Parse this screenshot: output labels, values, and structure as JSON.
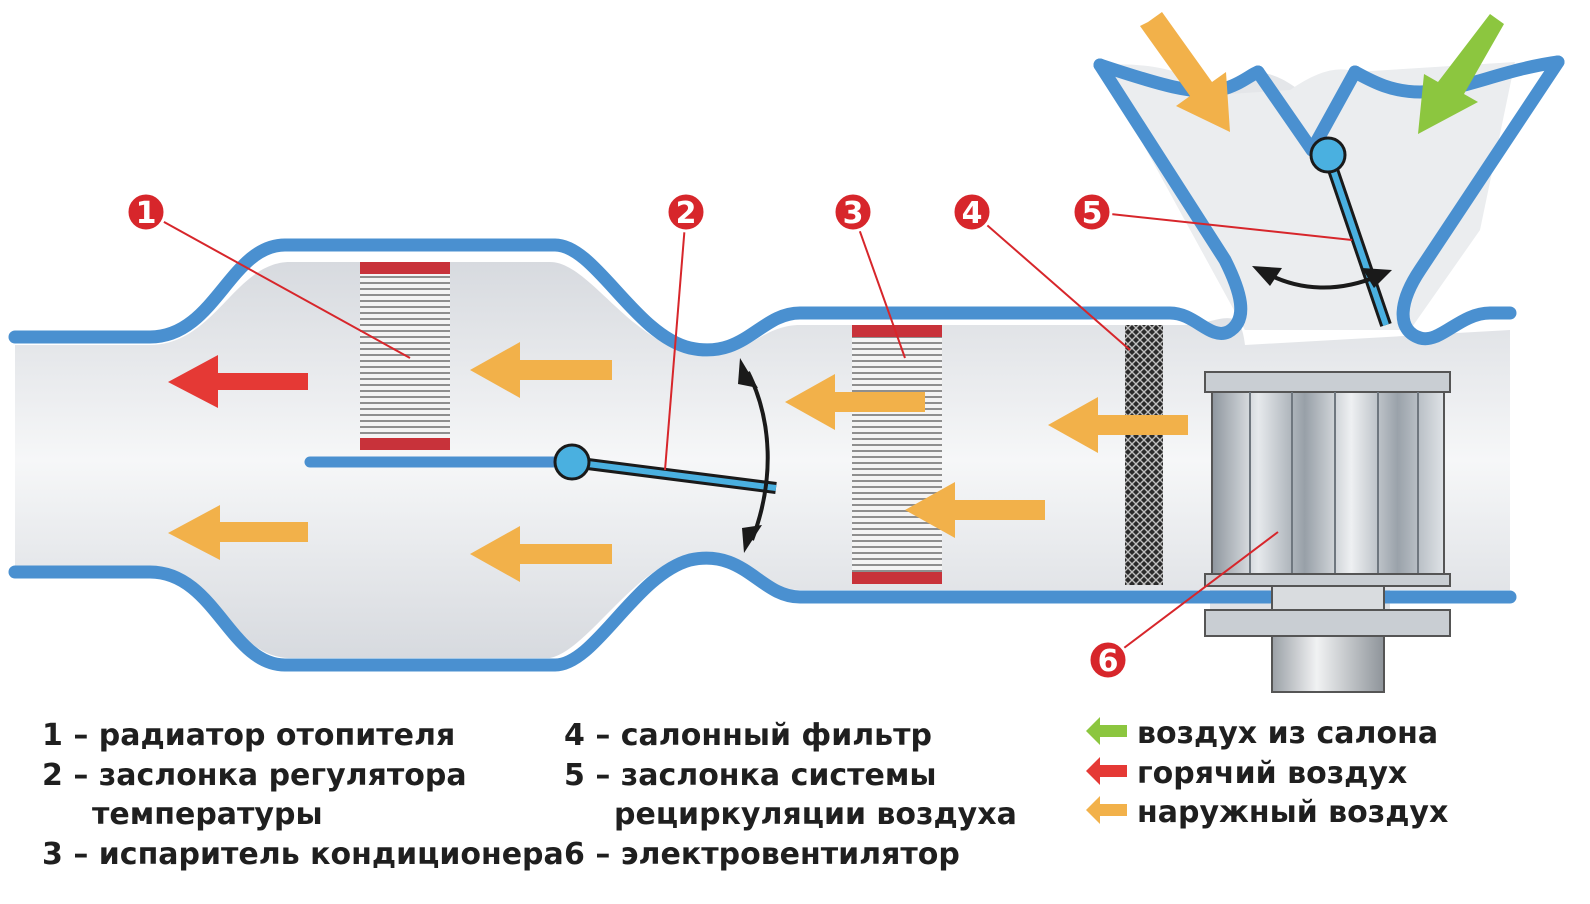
{
  "callouts": [
    {
      "num": "1",
      "meaning": "радиатор отопителя"
    },
    {
      "num": "2",
      "meaning": "заслонка регулятора температуры"
    },
    {
      "num": "3",
      "meaning": "испаритель кондиционера"
    },
    {
      "num": "4",
      "meaning": "салонный фильтр"
    },
    {
      "num": "5",
      "meaning": "заслонка системы рециркуляции воздуха"
    },
    {
      "num": "6",
      "meaning": "электровентилятор"
    }
  ],
  "legend_components": {
    "item1": "1 – радиатор отопителя",
    "item2_line1": "2 – заслонка регулятора",
    "item2_line2": "температуры",
    "item3": "3 – испаритель кондиционера",
    "item4": "4 – салонный фильтр",
    "item5_line1": "5 – заслонка системы",
    "item5_line2": "рециркуляции воздуха",
    "item6": "6 – электровентилятор"
  },
  "legend_air": [
    {
      "label": "воздух из салона",
      "color": "#8cc63f"
    },
    {
      "label": "горячий воздух",
      "color": "#e53935"
    },
    {
      "label": "наружный воздух",
      "color": "#f2b14a"
    }
  ],
  "colors": {
    "duct_wall": "#4a90d0",
    "duct_fill": "#e9ebee",
    "callout_red": "#d7262b",
    "core_red": "#c8323a",
    "outside_air": "#f2b14a",
    "hot_air": "#e53935",
    "cabin_air": "#8cc63f",
    "leader_line": "#d7262b"
  },
  "icons": {
    "flap_pivot": "blue-circle-pivot",
    "flap_motion": "double-headed-curved-arrow"
  }
}
